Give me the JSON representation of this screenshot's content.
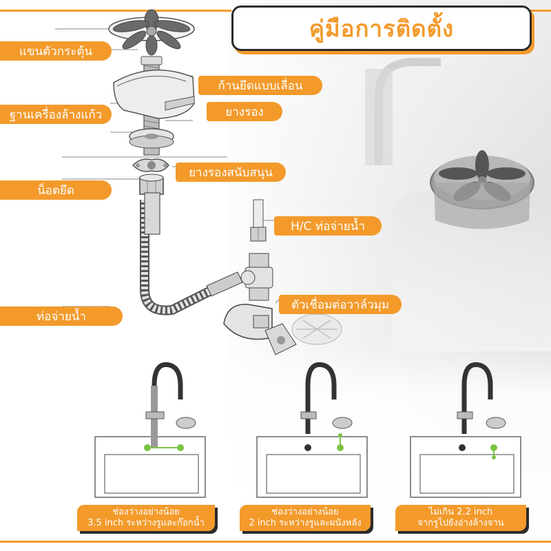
{
  "title": "คู่มือการติดตั้ง",
  "parts": {
    "rotary_arm": "แขนตัวกระตุ้น",
    "base": "ฐานเครื่องล้างแก้ว",
    "sliding_rod": "ก้านยึดแบบเลื่อน",
    "gasket": "ยางรอง",
    "anti_vibration_gasket": "ยางรองสนับสนุน",
    "fixing_nut": "น็อตยึด",
    "hc_water_pipe": "H/C ท่อจ่ายน้ำ",
    "water_pipe": "ท่อจ่ายน้ำ",
    "angle_valve": "ตัวเชื่อมต่อวาล์วมุม"
  },
  "requirements": [
    {
      "line1": "ช่องว่างอย่างน้อย",
      "line2": "3.5 inch ระหว่างรูและก๊อกน้ำ"
    },
    {
      "line1": "ช่องว่างอย่างน้อย",
      "line2": "2 inch ระหว่างรูและผนังหลัง"
    },
    {
      "line1": "ไม่เกิน 2.2 inch",
      "line2": "จากรูไปยังอ่างล้างจาน"
    }
  ],
  "colors": {
    "accent": "#f39a2b",
    "dark": "#2b2b2b",
    "hole_green": "#7cc242",
    "hole_dark": "#333333"
  }
}
